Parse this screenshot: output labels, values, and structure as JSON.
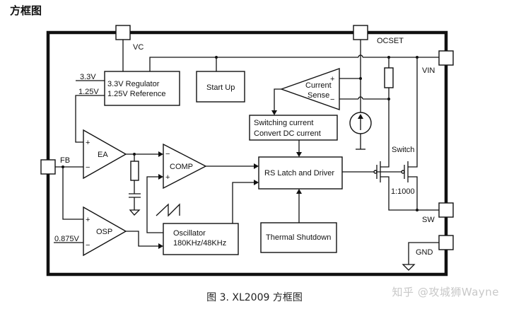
{
  "heading": "方框图",
  "caption": "图 3. XL2009 方框图",
  "watermark": "知乎 @攻城狮Wayne",
  "pins": {
    "vc": "VC",
    "ocset": "OCSET",
    "vin": "VIN",
    "fb": "FB",
    "sw": "SW",
    "gnd": "GND"
  },
  "blocks": {
    "regulator_line1": "3.3V  Regulator",
    "regulator_line2": "1.25V Reference",
    "startup": "Start Up",
    "current_sense_line1": "Current",
    "current_sense_line2": "Sense",
    "converter_line1": "Switching  current",
    "converter_line2": "Convert  DC  current",
    "ea": "EA",
    "comp": "COMP",
    "rs_latch": "RS Latch and Driver",
    "osp": "OSP",
    "oscillator_line1": "Oscillator",
    "oscillator_line2": "180KHz/48KHz",
    "thermal": "Thermal Shutdown"
  },
  "labels": {
    "v33": "3.3V",
    "v125": "1.25V",
    "v0875": "0.875V",
    "switch": "Switch",
    "ratio": "1:1000",
    "plus": "+",
    "minus": "−"
  }
}
